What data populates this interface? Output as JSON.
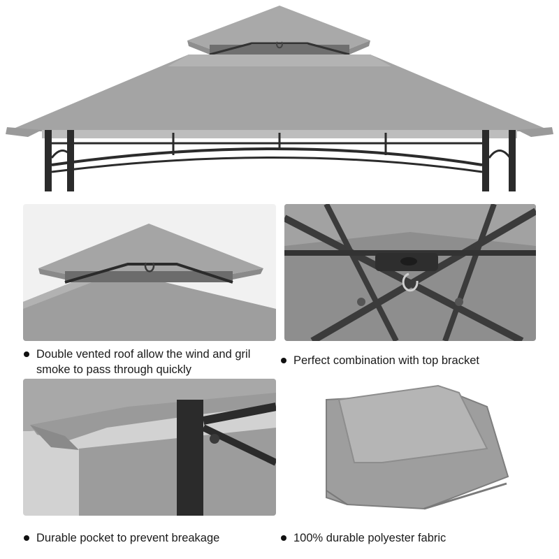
{
  "features": [
    {
      "caption": "Double vented roof allow the wind and gril\nsmoke to pass through quickly"
    },
    {
      "caption": "Perfect combination with top bracket"
    },
    {
      "caption": "Durable pocket to prevent breakage"
    },
    {
      "caption": "100% durable polyester fabric"
    }
  ],
  "colors": {
    "canopy": "#a7a7a7",
    "frame": "#2b2b2b",
    "background": "#ffffff"
  }
}
